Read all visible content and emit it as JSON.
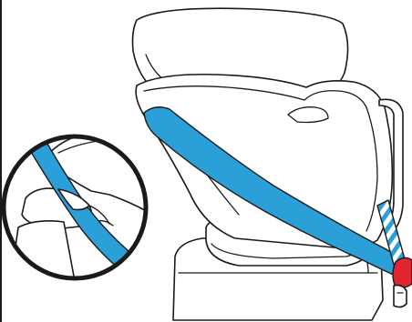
{
  "illustration": {
    "subject": "car-seat-seatbelt-routing",
    "colors": {
      "belt": "#2b9fd8",
      "buckle": "#e0252e",
      "line": "#1a1a1a",
      "magnifier_ring": "#1a1a1a",
      "background": "#ffffff"
    },
    "icons": [
      "magnifier-detail",
      "seat-belt",
      "belt-buckle"
    ]
  }
}
